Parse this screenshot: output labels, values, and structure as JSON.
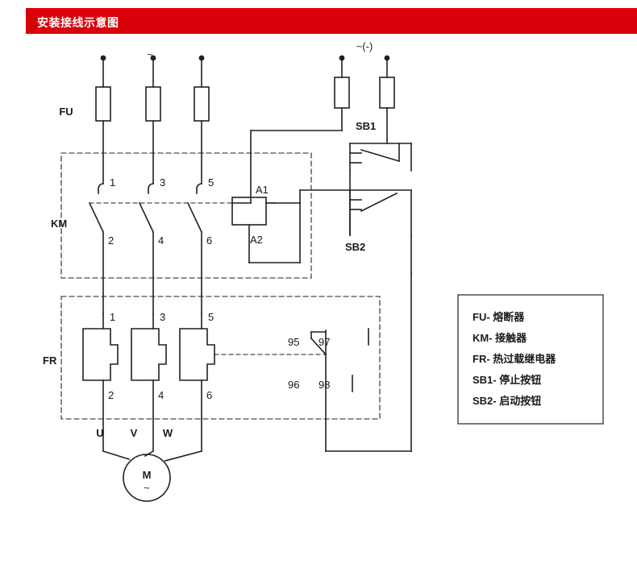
{
  "header": {
    "title": "安装接线示意图",
    "bar_color": "#d9000a",
    "text_color": "#ffffff"
  },
  "diagram": {
    "line_color": "#231f20",
    "dash_color": "#231f20",
    "top_terminals": {
      "phase_marks": [
        "",
        "~",
        ""
      ],
      "control_mark": "~(-)"
    },
    "blocks": {
      "fu_label": "FU",
      "km_label": "KM",
      "fr_label": "FR",
      "sb1_label": "SB1",
      "sb2_label": "SB2",
      "a1_label": "A1",
      "a2_label": "A2"
    },
    "km_terminals_top": [
      "1",
      "3",
      "5"
    ],
    "km_terminals_bottom": [
      "2",
      "4",
      "6"
    ],
    "fr_terminals_top": [
      "1",
      "3",
      "5"
    ],
    "fr_terminals_bottom": [
      "2",
      "4",
      "6"
    ],
    "fr_aux_terminals": [
      "95",
      "97",
      "96",
      "98"
    ],
    "output_phases": [
      "U",
      "V",
      "W"
    ],
    "motor": {
      "label": "M",
      "sub": "~"
    }
  },
  "legend": {
    "items": [
      "FU- 熔断器",
      "KM- 接触器",
      "FR- 热过载继电器",
      "SB1- 停止按钮",
      "SB2- 启动按钮"
    ]
  }
}
